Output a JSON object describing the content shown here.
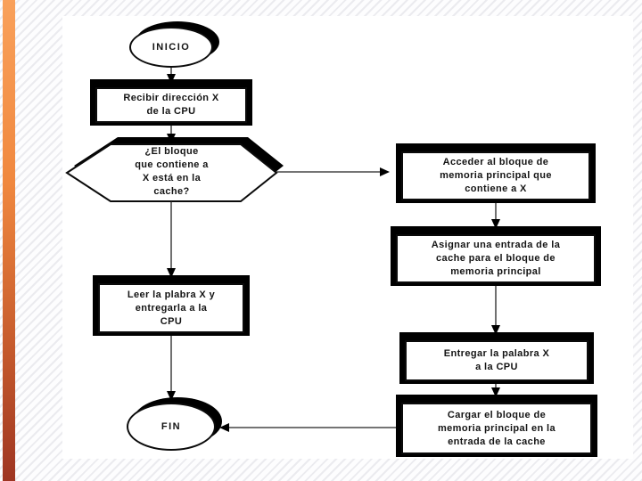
{
  "slide": {
    "accent": {
      "top_color": "#F9A15B",
      "bottom_color": "#9E3522",
      "hatch_color": "#EBEBEF"
    },
    "flowchart": {
      "start": {
        "label": "INICIO"
      },
      "end": {
        "label": "FIN"
      },
      "nodes": {
        "recibir": {
          "type": "process",
          "label": "Recibir dirección X\nde la CPU"
        },
        "decision": {
          "type": "decision",
          "label": "¿El bloque\nque contiene a\nX está en la\ncache?"
        },
        "leer": {
          "type": "process",
          "label": "Leer la plabra X y\nentregarla a la\nCPU"
        },
        "acceder": {
          "type": "process",
          "label": "Acceder al bloque de\nmemoria principal que\ncontiene a X"
        },
        "asignar": {
          "type": "process",
          "label": "Asignar una entrada de la\ncache para el bloque de\nmemoria principal"
        },
        "entregar": {
          "type": "process",
          "label": "Entregar la palabra X\na la CPU"
        },
        "cargar": {
          "type": "process",
          "label": "Cargar el bloque de\nmemoria principal en la\nentrada de la cache"
        }
      },
      "edges": [
        "INICIO -> Recibir dirección X de la CPU",
        "Recibir dirección X de la CPU -> ¿El bloque que contiene a X está en la cache?",
        "Decisión -> Leer la plabra X y entregarla a la CPU",
        "Decisión -> Acceder al bloque de memoria principal que contiene a X",
        "Acceder al bloque -> Asignar una entrada de la cache para el bloque de memoria principal",
        "Asignar una entrada -> Entregar la palabra X a la CPU",
        "Entregar la palabra X -> Cargar el bloque de memoria principal en la entrada de la cache",
        "Cargar el bloque -> FIN",
        "Leer la plabra X -> FIN"
      ]
    }
  }
}
